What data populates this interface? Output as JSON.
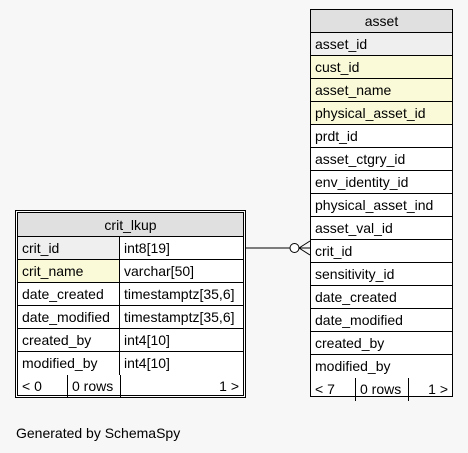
{
  "tables": {
    "asset": {
      "name": "asset",
      "columns": [
        {
          "name": "asset_id",
          "kind": "pk"
        },
        {
          "name": "cust_id",
          "kind": "idx"
        },
        {
          "name": "asset_name",
          "kind": "idx"
        },
        {
          "name": "physical_asset_id",
          "kind": "idx"
        },
        {
          "name": "prdt_id",
          "kind": "plain"
        },
        {
          "name": "asset_ctgry_id",
          "kind": "plain"
        },
        {
          "name": "env_identity_id",
          "kind": "plain"
        },
        {
          "name": "physical_asset_ind",
          "kind": "plain"
        },
        {
          "name": "asset_val_id",
          "kind": "plain"
        },
        {
          "name": "crit_id",
          "kind": "plain"
        },
        {
          "name": "sensitivity_id",
          "kind": "plain"
        },
        {
          "name": "date_created",
          "kind": "plain"
        },
        {
          "name": "date_modified",
          "kind": "plain"
        },
        {
          "name": "created_by",
          "kind": "plain"
        },
        {
          "name": "modified_by",
          "kind": "plain"
        }
      ],
      "footer": {
        "parents": "< 7",
        "rows": "0 rows",
        "children": "1 >"
      }
    },
    "crit_lkup": {
      "name": "crit_lkup",
      "columns": [
        {
          "name": "crit_id",
          "type": "int8[19]",
          "kind": "pk"
        },
        {
          "name": "crit_name",
          "type": "varchar[50]",
          "kind": "idx"
        },
        {
          "name": "date_created",
          "type": "timestamptz[35,6]",
          "kind": "plain"
        },
        {
          "name": "date_modified",
          "type": "timestamptz[35,6]",
          "kind": "plain"
        },
        {
          "name": "created_by",
          "type": "int4[10]",
          "kind": "plain"
        },
        {
          "name": "modified_by",
          "type": "int4[10]",
          "kind": "plain"
        }
      ],
      "footer": {
        "parents": "< 0",
        "rows": "0 rows",
        "children": "1 >"
      }
    }
  },
  "colors": {
    "background": "#f7f7f7",
    "header": "#e0e0e0",
    "primary_key": "#efefef",
    "indexed": "#fafad9"
  },
  "footer_text": "Generated by SchemaSpy"
}
